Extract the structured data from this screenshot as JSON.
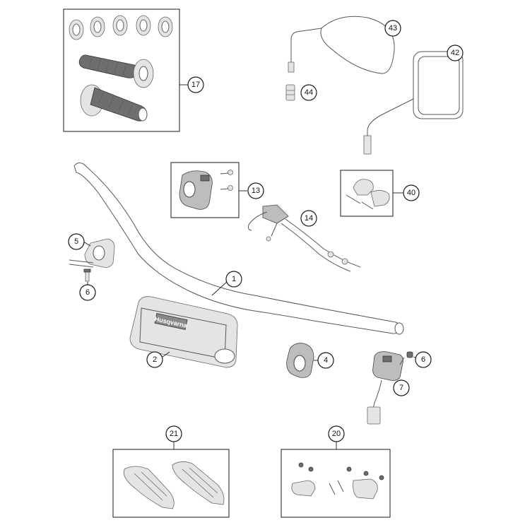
{
  "callouts": [
    {
      "label": "17"
    },
    {
      "label": "43"
    },
    {
      "label": "42"
    },
    {
      "label": "44"
    },
    {
      "label": "13"
    },
    {
      "label": "40"
    },
    {
      "label": "14"
    },
    {
      "label": "5"
    },
    {
      "label": "6"
    },
    {
      "label": "1"
    },
    {
      "label": "2"
    },
    {
      "label": "4"
    },
    {
      "label": "6"
    },
    {
      "label": "7"
    },
    {
      "label": "21"
    },
    {
      "label": "20"
    }
  ],
  "badge_text": "Husqvarna"
}
